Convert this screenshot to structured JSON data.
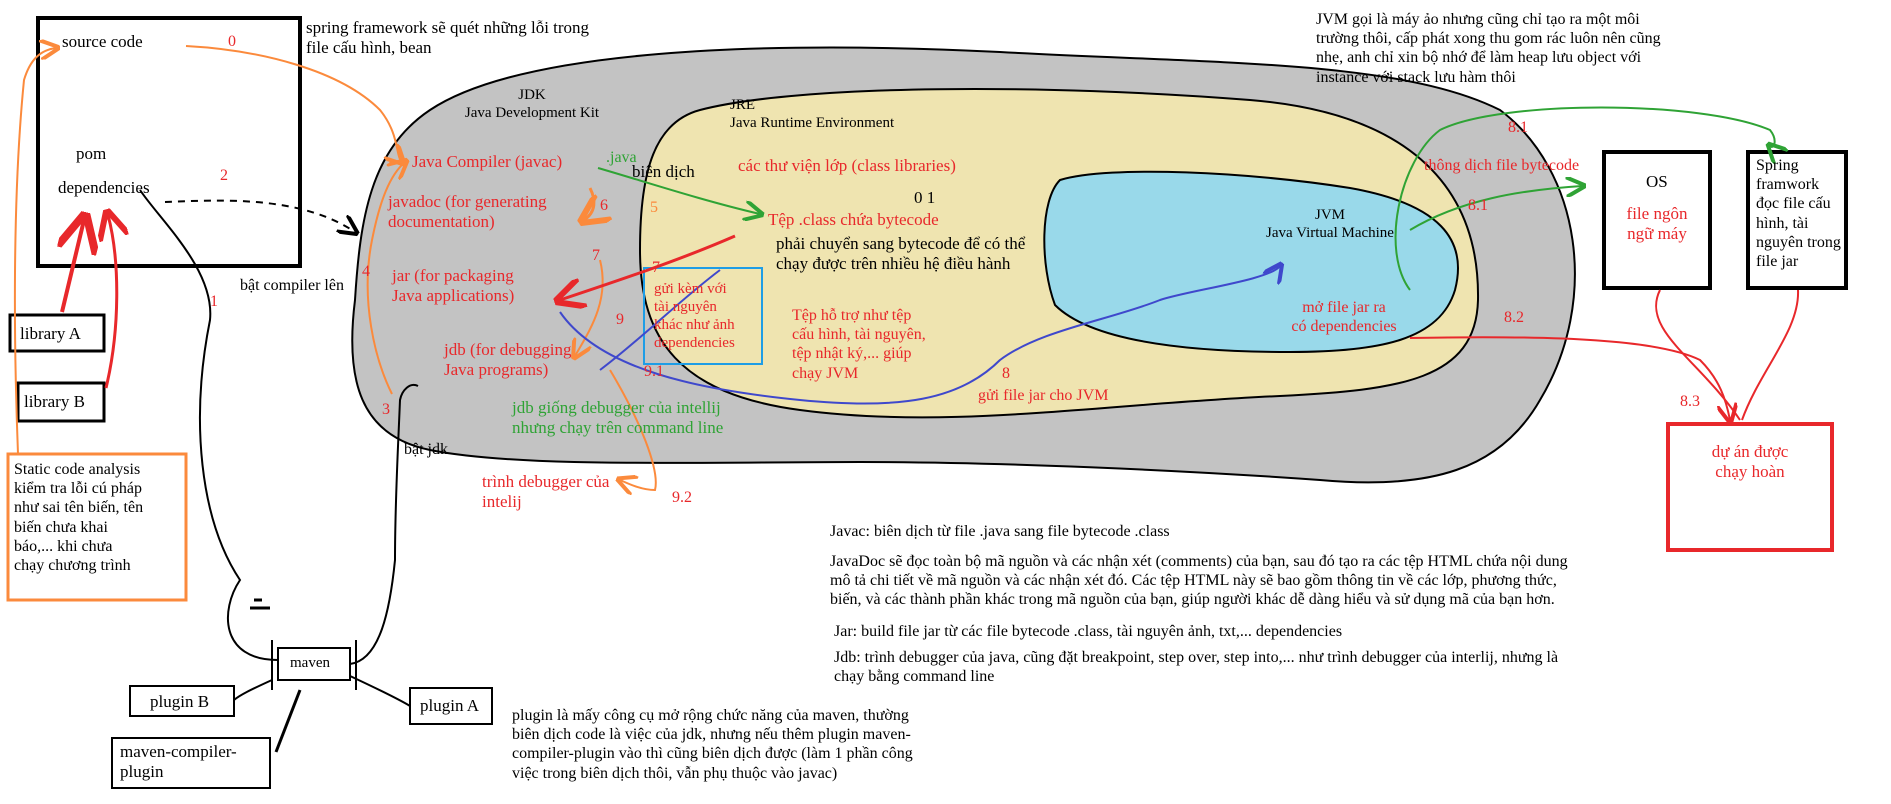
{
  "texts": {
    "source_code": "source code",
    "pom": "pom",
    "dependencies": "dependencies",
    "library_a": "library A",
    "library_b": "library B",
    "static_analysis": "Static code analysis\nkiểm tra lỗi cú pháp\nnhư sai tên biến, tên\nbiến chưa khai\nbáo,... khi chưa\nchạy chương trình",
    "spring_scan": "spring framework sẽ quét những lỗi trong\nfile cấu hình, bean",
    "jdk_title": "JDK\nJava Development Kit",
    "jre_title": "JRE\nJava Runtime Environment",
    "class_libraries": "các thư viện lớp (class libraries)",
    "java_compiler": "Java Compiler (javac)",
    "dot_java": ".java",
    "bien_dich": "biên dịch",
    "javadoc": "javadoc (for generating\ndocumentation)",
    "jar_tool": "jar (for packaging\nJava applications)",
    "jdb_tool": "jdb (for debugging\nJava programs)",
    "jdb_note": "jdb giống debugger của intellij\nnhưng chạy trên command line",
    "intellij_debugger": "trình debugger của\nintelij",
    "bat_compiler": "bật compiler lên",
    "bat_jdk": "bật jdk",
    "binary_01": "0 1",
    "class_file": "Tệp .class chứa bytecode",
    "bytecode_note": "phải chuyển sang bytecode để có thể\nchạy được trên nhiều hệ điều hành",
    "gui_kem": "gửi kèm với\ntài nguyên\nkhác như ảnh\ndependencies",
    "support_files": "Tệp hỗ trợ như tệp\ncấu hình, tài nguyên,\ntệp nhật ký,... giúp\nchạy JVM",
    "send_jar": "gửi file jar cho JVM",
    "jvm_title": "JVM\nJava Virtual Machine",
    "open_jar": "mở file jar ra\ncó dependencies",
    "jvm_note": "JVM gọi là máy ảo nhưng cũng chỉ tạo ra một môi\ntrường thôi, cấp phát xong thu gom rác luôn nên cũng\nnhẹ, anh chỉ xin bộ nhớ để làm heap lưu object với\ninstance với stack lưu hàm thôi",
    "interpret_bytecode": "thông dịch file bytecode",
    "os_title": "OS",
    "machine_code": "file ngôn\nngữ máy",
    "spring_reads": "Spring\nframwork\nđọc file cấu\nhình, tài\nnguyên trong\nfile jar",
    "project_runs": "dự án được\nchạy hoàn",
    "maven": "maven",
    "plugin_a": "plugin A",
    "plugin_b": "plugin B",
    "maven_compiler_plugin": "maven-compiler-\nplugin",
    "plugin_note": "plugin là mấy công cụ mở rộng chức năng của maven, thường\nbiên dịch code là việc của jdk, nhưng nếu thêm plugin maven-\ncompiler-plugin vào thì cũng biên dịch được (làm 1 phần công\nviệc trong biên dịch thôi, vẫn phụ thuộc vào javac)",
    "javac_desc": "Javac: biên dịch từ file .java sang file bytecode .class",
    "javadoc_desc": "JavaDoc sẽ đọc toàn bộ mã nguồn và các nhận xét (comments) của bạn, sau đó tạo ra các tệp HTML chứa nội dung\nmô tả chi tiết về mã nguồn và các nhận xét đó. Các tệp HTML này sẽ bao gồm thông tin về các lớp, phương thức,\nbiến, và các thành phần khác trong mã nguồn của bạn, giúp người khác dễ dàng hiểu và sử dụng mã của bạn hơn.",
    "jar_desc": "Jar: build file jar từ các file bytecode .class, tài nguyên ảnh, txt,... dependencies",
    "jdb_desc": "Jdb: trình debugger của java, cũng đặt breakpoint, step over, step into,... như trình debugger của interlij, nhưng là\nchạy bằng command line"
  },
  "step_labels": {
    "s0": "0",
    "s1": "1",
    "s2": "2",
    "s3": "3",
    "s4": "4",
    "s5": "5",
    "s6": "6",
    "s7a": "7",
    "s7b": "7",
    "s8": "8",
    "s9": "9",
    "s91": "9.1",
    "s92": "9.2",
    "s81a": "8.1",
    "s81b": "8.1",
    "s82": "8.2",
    "s83": "8.3"
  },
  "colors": {
    "jdk_fill": "#c3c3c3",
    "jre_fill": "#efe4b0",
    "jvm_fill": "#99d9ea",
    "red": "#e8282b",
    "orange": "#fb8a3c",
    "green": "#2fa335",
    "blue": "#3f48cc",
    "cyan_box": "#1e9de6"
  }
}
